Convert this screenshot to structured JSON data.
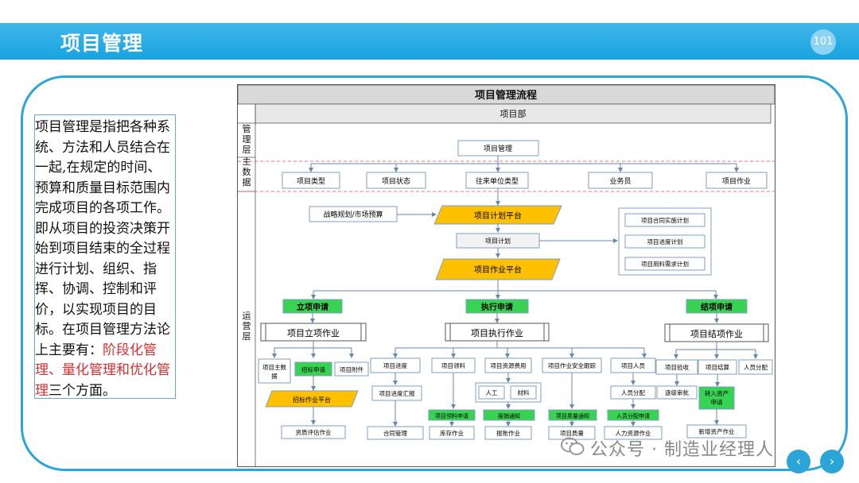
{
  "header": {
    "title": "项目管理",
    "page_number": "101"
  },
  "body": {
    "text_main": "项目管理是指把各种系统、方法和人员结合在一起,在规定的时间、预算和质量目标范围内完成项目的各项工作。即从项目的投资决策开始到项目结束的全过程进行计划、组织、指挥、协调、控制和评价，以实现项目的目标。在项目管理方法论上主要有：",
    "text_highlight": "阶段化管理、量化管理和优化管理",
    "text_tail": "三个方面。"
  },
  "diagram": {
    "title": "项目管理流程",
    "department": "项目部",
    "lanes": {
      "management": "管理层",
      "master_data": "主数据",
      "operation": "运营层"
    },
    "root": "项目管理",
    "master_items": [
      "项目类型",
      "项目状态",
      "往来单位类型",
      "业务员",
      "项目作业"
    ],
    "strategy": "战略规划/市场预算",
    "plan_platform": "项目计划平台",
    "project_plan": "项目计划",
    "plan_items": [
      "项目合同实施计划",
      "项目进度计划",
      "项目用料需求计划"
    ],
    "work_platform": "项目作业平台",
    "phases": [
      {
        "apply": "立项申请",
        "work": "项目立项作业"
      },
      {
        "apply": "执行申请",
        "work": "项目执行作业"
      },
      {
        "apply": "结项申请",
        "work": "项目结项作业"
      }
    ],
    "establish": {
      "items": [
        "项目主数据",
        "招标申请",
        "项目附件"
      ],
      "platform": "招标作业平台",
      "result": "资质评估作业"
    },
    "execute": {
      "progress": "项目进度",
      "progress_report": "项目进度汇报",
      "contract": "合同管理",
      "material": "项目领料",
      "material_apply": "项目领料申请",
      "inventory": "库存作业",
      "cost": "项目资源费用",
      "labor": "人工",
      "materials": "材料",
      "reimburse_notice": "报销通知",
      "reimburse_work": "报账作业",
      "safety": "项目作业安全跟踪",
      "quality_notice": "项目质量通知",
      "quality": "项目质量",
      "staff": "项目人员",
      "staff_assign": "人员分配",
      "staff_assign_apply": "人员分配申请",
      "hr_work": "人力资源作业"
    },
    "close": {
      "acceptance": "项目验收",
      "settlement": "项目结算",
      "staff_assign": "人员分配",
      "approval": "逐级审批",
      "transfer": "转入资产申请",
      "new_asset": "新增资产作业"
    }
  },
  "watermark": "公众号 · 制造业经理人",
  "nav": {
    "prev": "‹",
    "next": "›"
  },
  "colors": {
    "accent": "#1ea7e1",
    "yellow": "#ffc000",
    "green": "#39d353",
    "box_border": "#7f9fbf"
  }
}
